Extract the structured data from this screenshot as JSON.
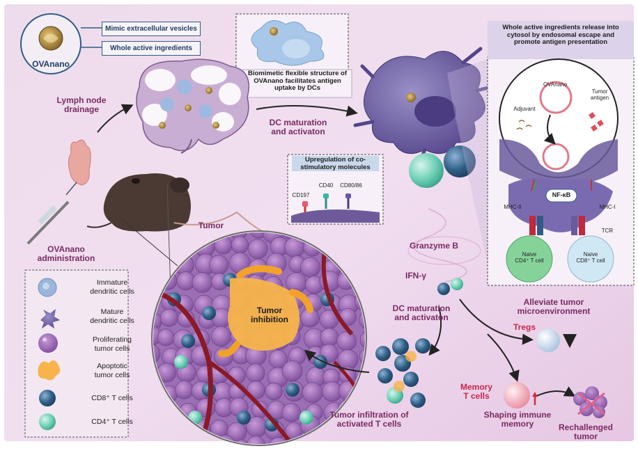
{
  "ovanano": {
    "title": "OVAnano",
    "tag1": "Mimic extracellular vesicles",
    "tag2": "Whole active ingredients"
  },
  "labels": {
    "lymph_node": "Lymph node\ndrainage",
    "administration": "OVAnano\nadministration",
    "biomimetic": "Biomimetic flexible structure of\nOVAnano facilitates antigen\nuptake by DCs",
    "dc_maturation_top": "DC maturation\nand activaton",
    "release": "Whole active ingredients release into\ncytosol by endosomal escape and\npromote antigen presentation",
    "upregulation": "Upregulation of co-\nstimulatory molecules",
    "cd197": "CD197",
    "cd40": "CD40",
    "cd80": "CD80/86",
    "tumor": "Tumor",
    "tumor_inhibition": "Tumor\ninhibition",
    "granzyme": "Granzyme B",
    "ifn": "IFN-γ",
    "dc_maturation_mid": "DC maturation\nand activaton",
    "alleviate": "Alleviate tumor\nmicroenvironment",
    "tregs": "Tregs",
    "memory": "Memory\nT cells",
    "shaping": "Shaping immune\nmemory",
    "rechallenged": "Rechallenged\ntumor",
    "infiltration": "Tumor infiltration of\nactivated T cells",
    "ovanano_small": "OVAnano",
    "adjuvant": "Adjuvant",
    "tumor_antigen": "Tumor\nantigen",
    "nfkb": "NF-κB",
    "mhc2": "MHC-II",
    "mhc1": "MHC-I",
    "tcr": "TCR",
    "naive_cd4": "Naive\nCD4⁺ T cell",
    "naive_cd8": "Naive\nCD8⁺ T cell"
  },
  "legend": [
    {
      "label": "Immature\ndendritic cells",
      "icon": "immature-dc-icon"
    },
    {
      "label": "Mature\ndendritic cells",
      "icon": "mature-dc-icon"
    },
    {
      "label": "Proliferating\ntumor cells",
      "icon": "proliferating-tumor-icon"
    },
    {
      "label": "Apoptotic\ntumor cells",
      "icon": "apoptotic-tumor-icon"
    },
    {
      "label": "CD8⁺ T cells",
      "icon": "cd8-t-cell-icon"
    },
    {
      "label": "CD4⁺ T cells",
      "icon": "cd4-t-cell-icon"
    }
  ],
  "colors": {
    "title_purple": "#7a2a63",
    "memory_red": "#c8284a",
    "cd8": "#2f5f86",
    "cd4": "#6fd0b6",
    "tumor_cell": "#8d58a8",
    "apoptotic": "#f0a93a",
    "dc": "#6a5a9c"
  }
}
